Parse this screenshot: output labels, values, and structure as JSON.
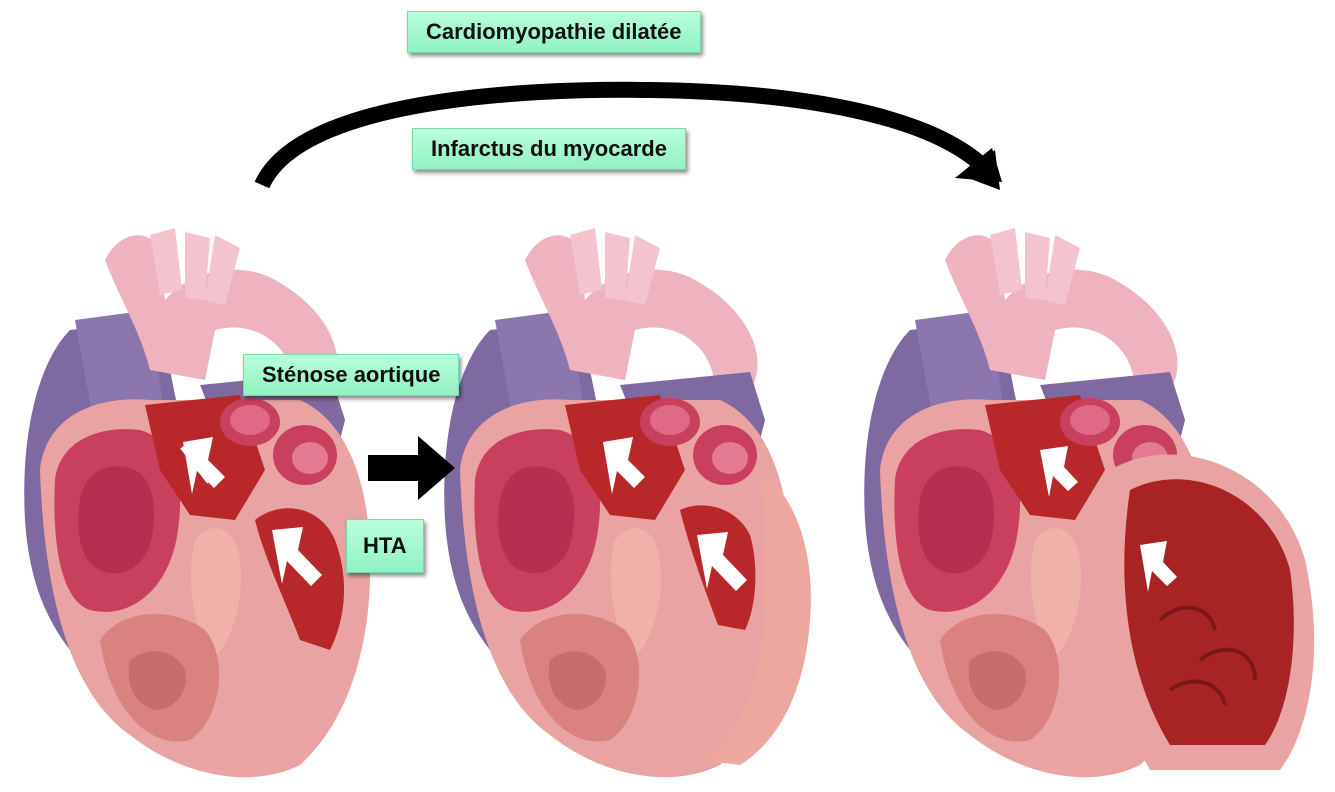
{
  "labels": {
    "dilated": "Cardiomyopathie dilatée",
    "infarct": "Infarctus du myocarde",
    "stenosis": "Sténose aortique",
    "hta": "HTA"
  },
  "colors": {
    "label_fill": "#a6f7d0",
    "arrow": "#000000",
    "aorta": "#efb2bf",
    "vein": "#7e6aa0",
    "muscle": "#e8a3a2",
    "chamber": "#c9405e",
    "ventricle_blood": "#b8282a",
    "flow_arrow": "#ffffff"
  },
  "panels": [
    {
      "stage": "normal"
    },
    {
      "stage": "hypertrophied"
    },
    {
      "stage": "dilated"
    }
  ]
}
